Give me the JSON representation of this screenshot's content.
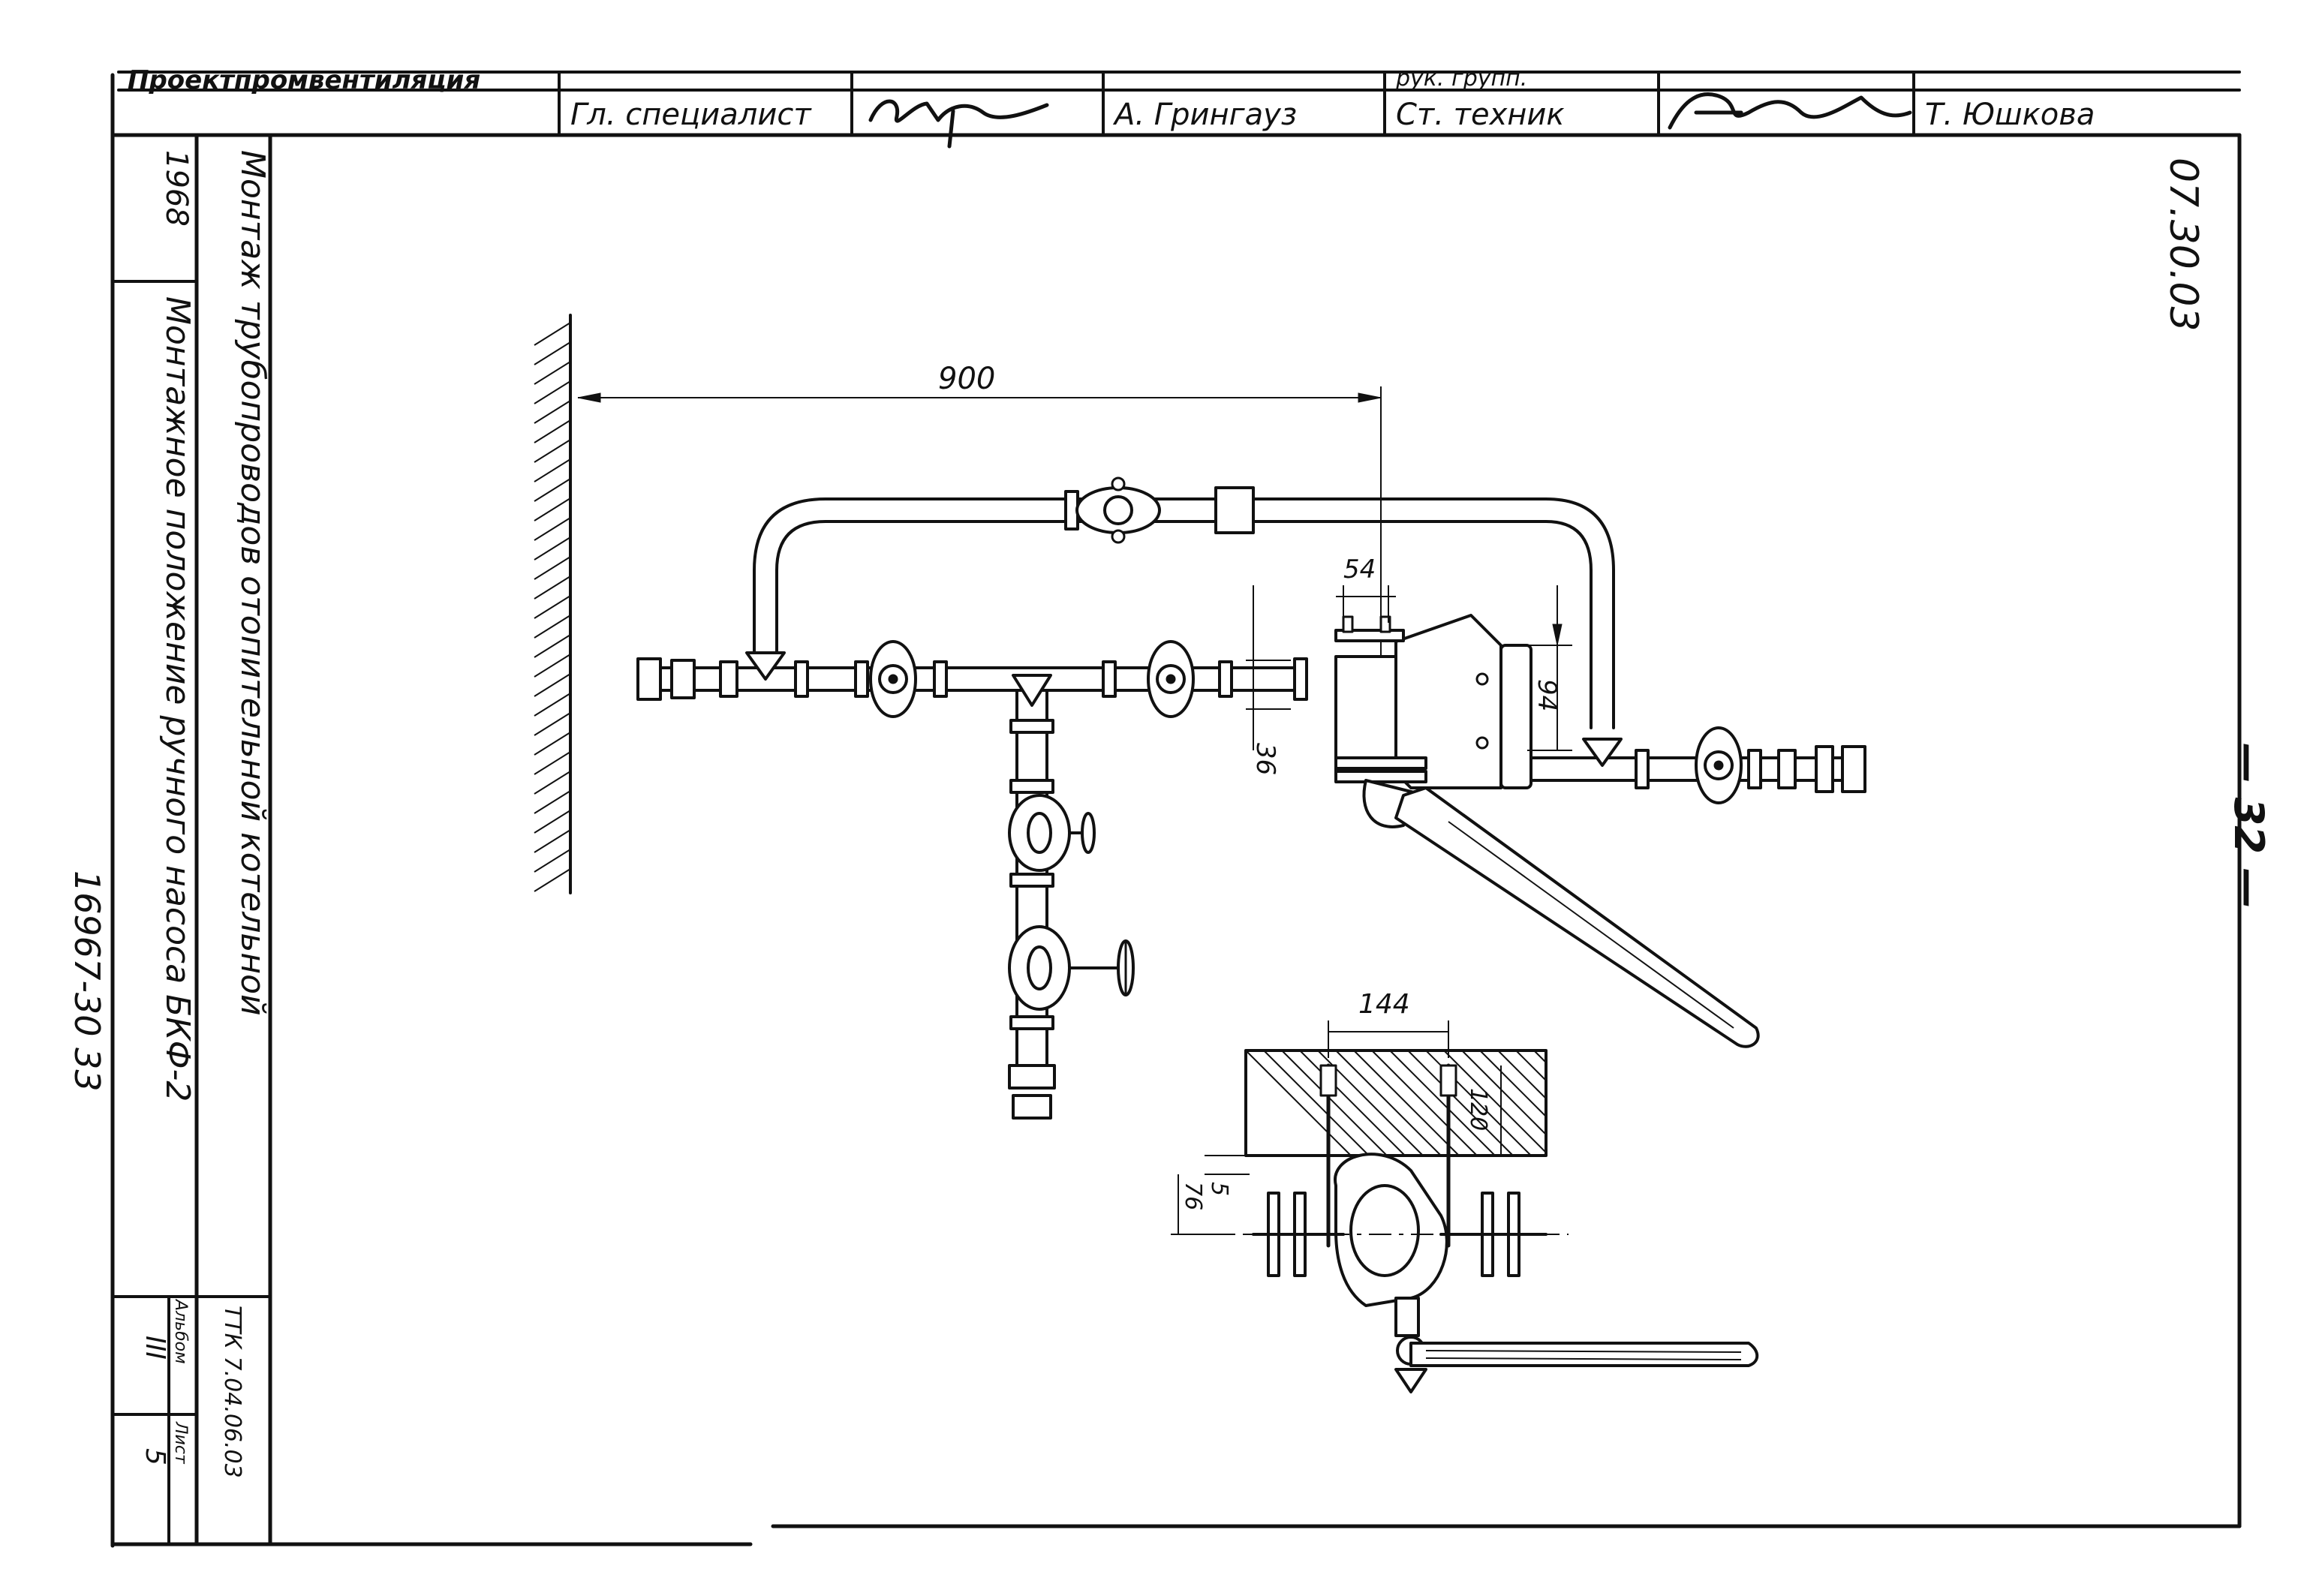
{
  "title_block": {
    "org": "Проектпромвентиляция",
    "top_row_partial": [
      "",
      "",
      "",
      "",
      "рук. групп."
    ],
    "roles": [
      {
        "role": "Гл. специалист",
        "name": "А. Грингауз"
      },
      {
        "role": "Ст. техник",
        "name": "Т. Юшкова"
      }
    ]
  },
  "sheet_code": "07.30.03",
  "page_number": "— 32 —",
  "left_panel": {
    "year": "1968",
    "project_title": "Монтаж трубопроводов отопительной котельной",
    "drawing_title": "Монтажное положение ручного насоса БКФ-2",
    "catalog": "ТТК 7.04.06.03",
    "album_label": "Альбом",
    "album": "III",
    "sheet_label": "Лист",
    "sheet": "5",
    "inventory": "16967-30   33"
  },
  "dimensions": {
    "wall_to_pump": "900",
    "flange_offset": "54",
    "pump_height": "94",
    "inlet_offset": "36",
    "bolt_spacing": "144",
    "bolt_depth": "120",
    "gap": "5",
    "axis_height": "76"
  }
}
